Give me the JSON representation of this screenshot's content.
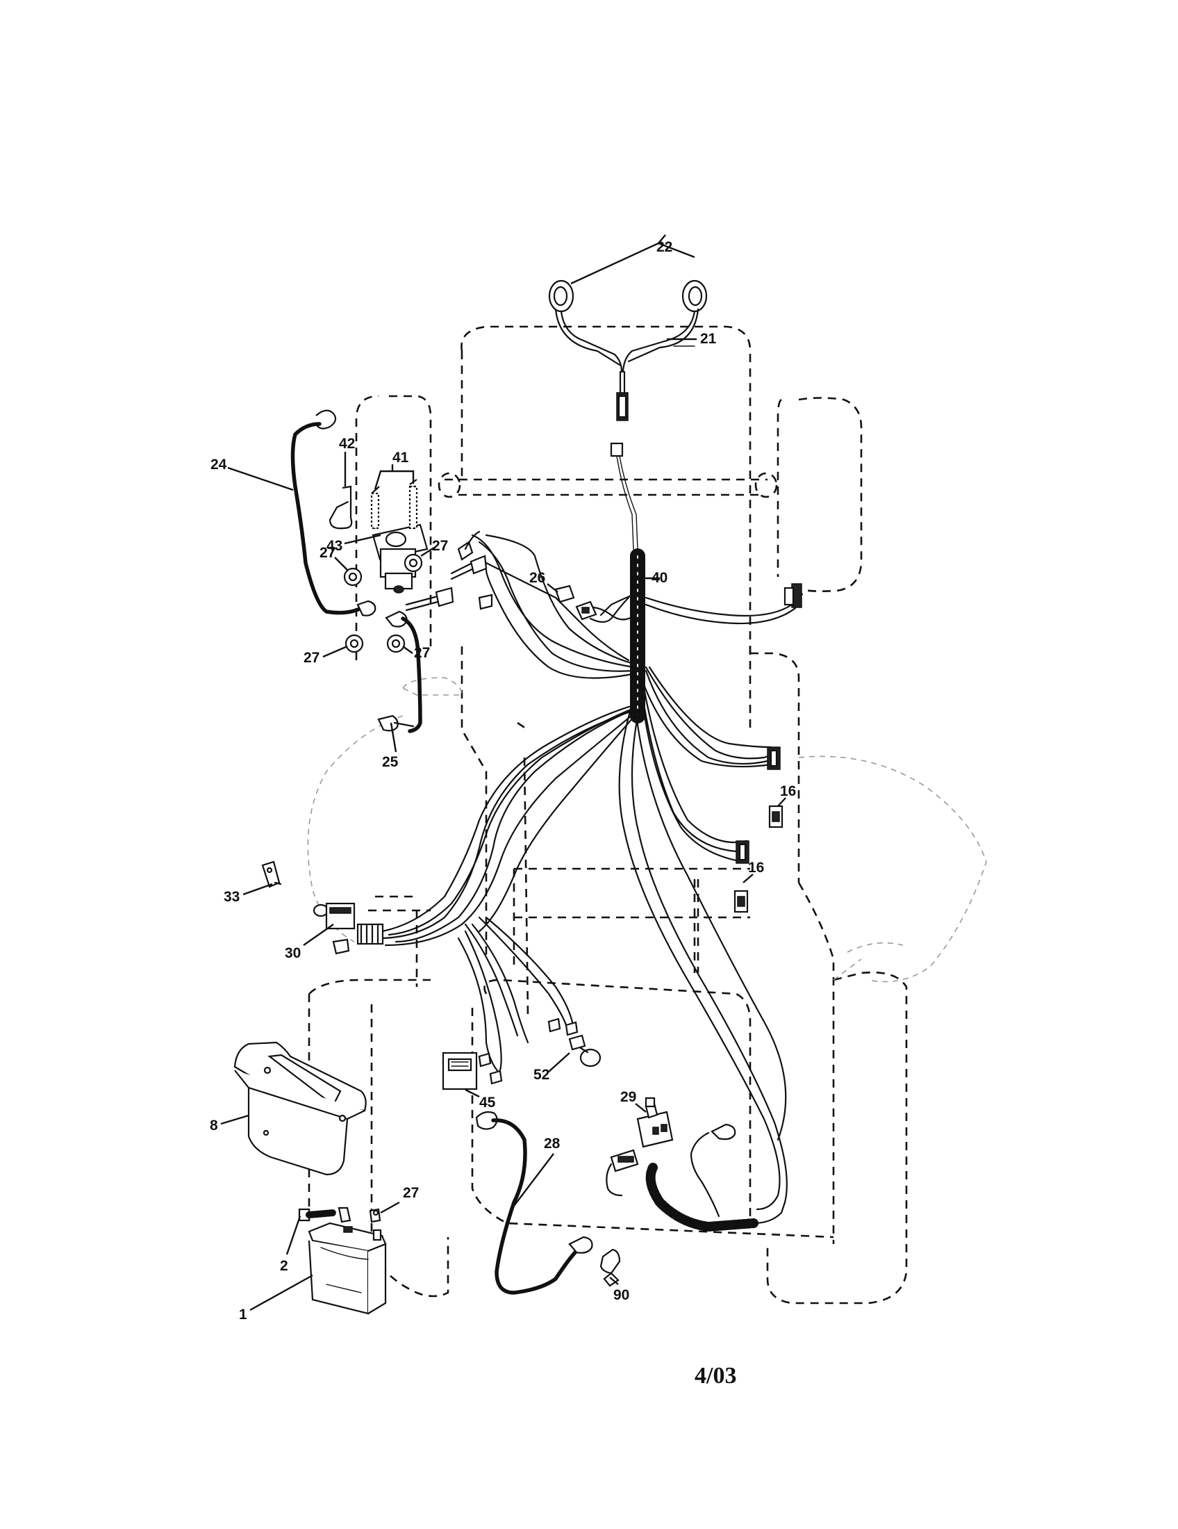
{
  "diagram": {
    "callouts": {
      "c22": "22",
      "c21": "21",
      "c42": "42",
      "c41": "41",
      "c24": "24",
      "c43": "43",
      "c27a": "27",
      "c27b": "27",
      "c27c": "27",
      "c27d": "27",
      "c27e": "27",
      "c26": "26",
      "c40": "40",
      "c25": "25",
      "c16a": "16",
      "c16b": "16",
      "c33": "33",
      "c30": "30",
      "c52": "52",
      "c45": "45",
      "c29": "29",
      "c28": "28",
      "c8": "8",
      "c2": "2",
      "c1": "1",
      "c90": "90"
    },
    "date_code": "4/03"
  }
}
